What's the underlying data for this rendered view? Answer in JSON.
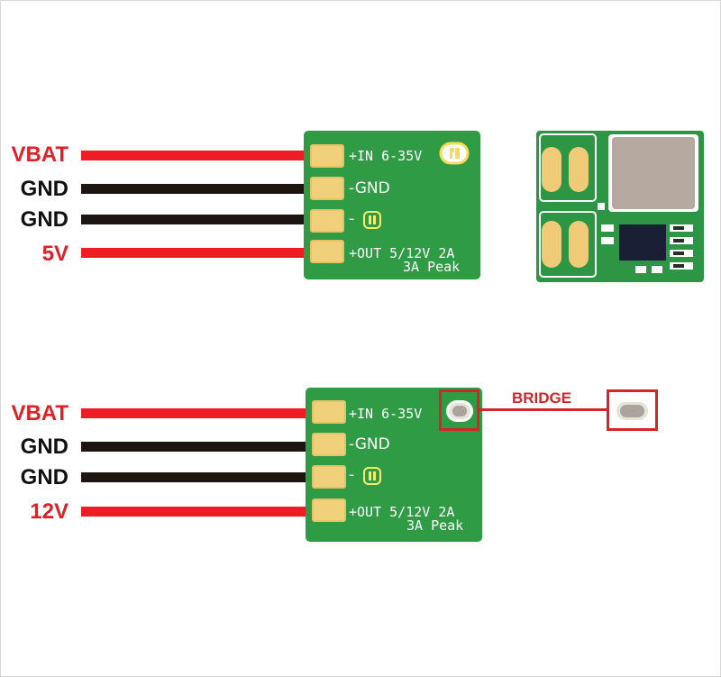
{
  "top_diagram": {
    "wire_labels": [
      "VBAT",
      "GND",
      "GND",
      "5V"
    ],
    "silk": {
      "in": "+IN 6-35V",
      "gnd": "-GND",
      "minus": "-",
      "out": "+OUT 5/12V 2A",
      "peak": "3A Peak"
    }
  },
  "bottom_diagram": {
    "wire_labels": [
      "VBAT",
      "GND",
      "GND",
      "12V"
    ],
    "silk": {
      "in": "+IN 6-35V",
      "gnd": "-GND",
      "minus": "-",
      "out": "+OUT 5/12V 2A",
      "peak": "3A Peak"
    },
    "bridge_label": "BRIDGE"
  },
  "colors": {
    "wire_red": "#ee1c24",
    "wire_black": "#1c1512",
    "pcb_green": "#2f9b45",
    "pad_gold": "#f1d07c",
    "annotation_red": "#d6252a"
  }
}
